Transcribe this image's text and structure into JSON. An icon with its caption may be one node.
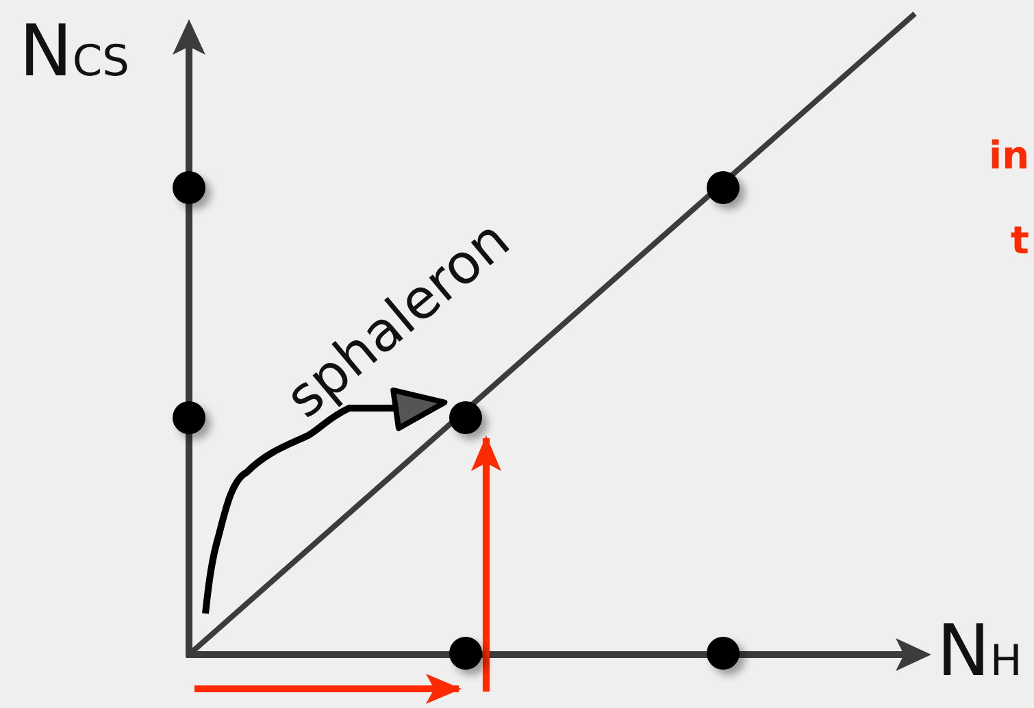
{
  "diagram": {
    "nodes": [
      {
        "text": [],
        "shape": "circle"
      },
      {
        "text": [],
        "shape": "circle"
      },
      {
        "text": [],
        "shape": "circle"
      },
      {
        "text": [],
        "shape": "circle"
      },
      {
        "text": [],
        "shape": "circle"
      },
      {
        "text": [],
        "shape": "circle"
      }
    ],
    "edges": [
      {
        "from": null,
        "to": 3,
        "arrow": "to",
        "color": "#000000"
      },
      {
        "from": null,
        "to": 3,
        "arrow": "to",
        "color": "#ff2a00"
      },
      {
        "from": null,
        "to": 4,
        "arrow": "to",
        "color": "#ff2a00"
      }
    ],
    "labels": [
      "N$_{CS}$",
      "sphaleron",
      "in",
      "t",
      "N$_{H}$"
    ]
  }
}
